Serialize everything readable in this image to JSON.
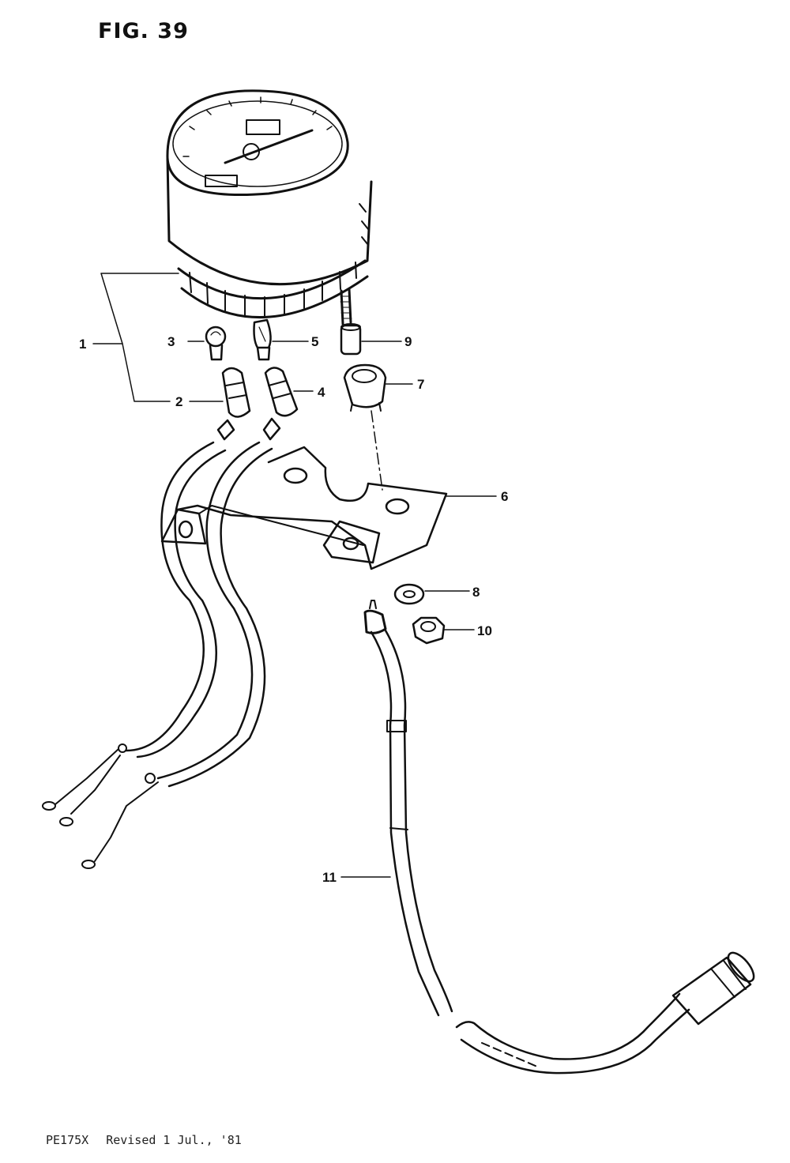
{
  "figure": {
    "title": "FIG. 39"
  },
  "callouts": [
    "1",
    "2",
    "3",
    "4",
    "5",
    "6",
    "7",
    "8",
    "9",
    "10",
    "11"
  ],
  "footer": {
    "model": "PE175X",
    "revision": "Revised 1 Jul., '81"
  }
}
